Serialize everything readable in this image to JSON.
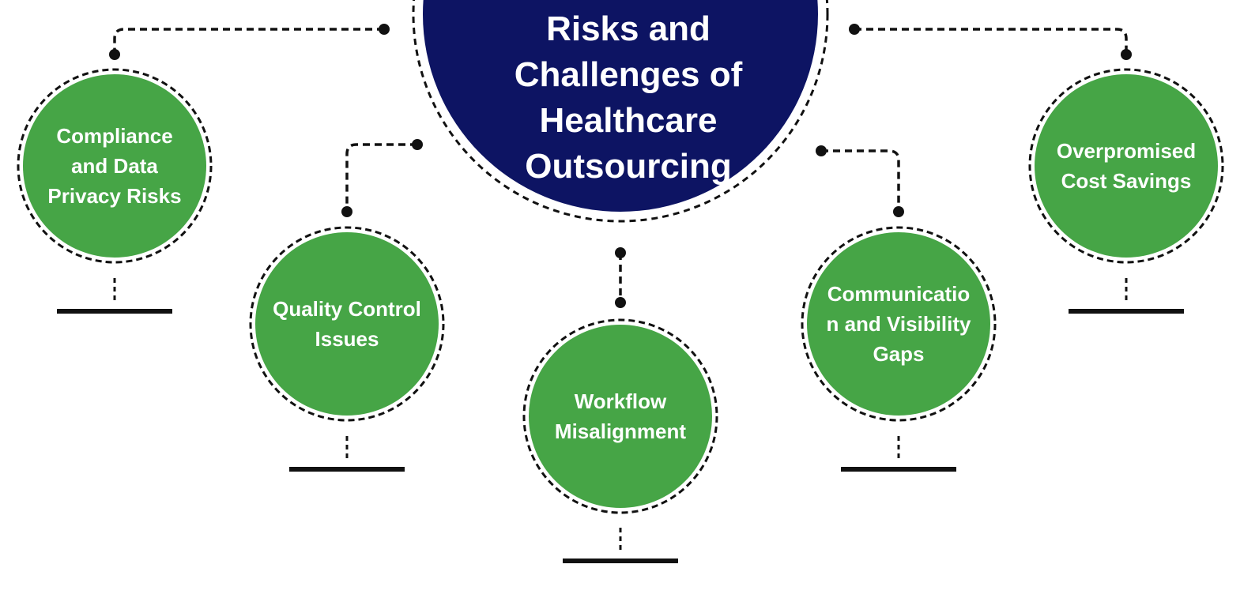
{
  "title_lines": [
    "Risks and",
    "Challenges of",
    "Healthcare",
    "Outsourcing"
  ],
  "colors": {
    "hub": "#0d1463",
    "node": "#46a546",
    "line": "#111111",
    "text": "#ffffff"
  },
  "nodes": [
    {
      "id": "compliance",
      "lines": [
        "Compliance",
        "and Data",
        "Privacy Risks"
      ]
    },
    {
      "id": "quality",
      "lines": [
        "Quality Control",
        "Issues"
      ]
    },
    {
      "id": "workflow",
      "lines": [
        "Workflow",
        "Misalignment"
      ]
    },
    {
      "id": "communication",
      "lines": [
        "Communicatio",
        "n and Visibility",
        "Gaps"
      ]
    },
    {
      "id": "cost",
      "lines": [
        "Overpromised",
        "Cost Savings"
      ]
    }
  ]
}
